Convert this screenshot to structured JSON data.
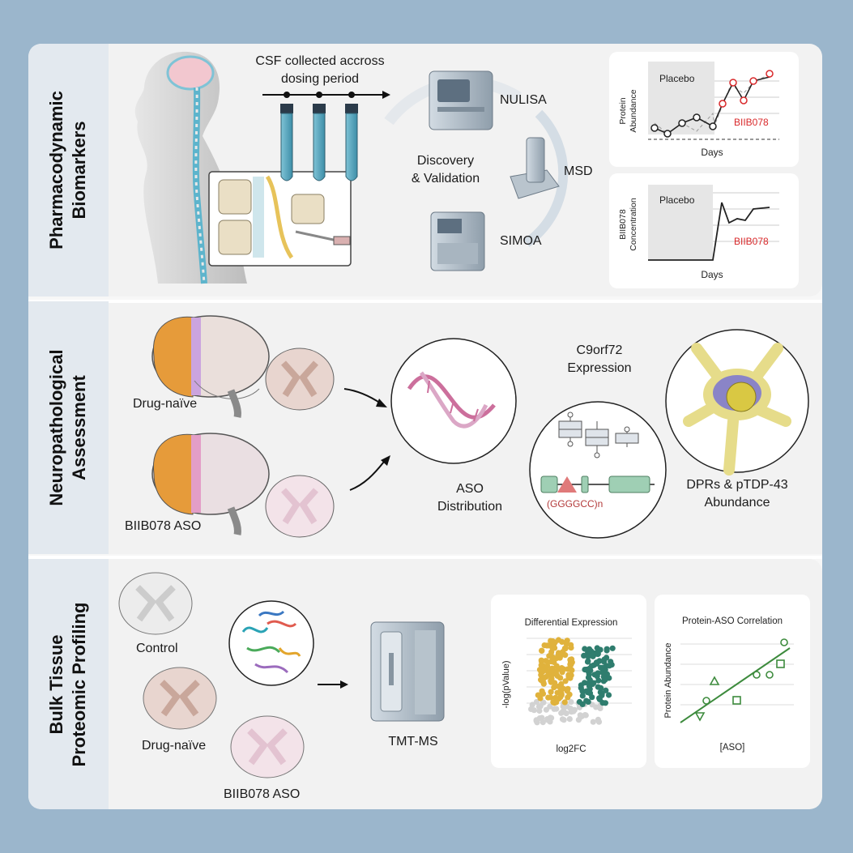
{
  "colors": {
    "background": "#9bb6cc",
    "panel": "#f2f2f2",
    "sidebar": "#e3e9ef",
    "accent_red": "#d9292b",
    "gold": "#e0b23c",
    "teal": "#2f7d6e",
    "green": "#3d8b3d",
    "pink": "#cc6f9c"
  },
  "sections": [
    {
      "title_line1": "Pharmacodynamic",
      "title_line2": "Biomarkers"
    },
    {
      "title_line1": "Neuropathological",
      "title_line2": "Assessment"
    },
    {
      "title_line1": "Bulk Tissue",
      "title_line2": "Proteomic Profiling"
    }
  ],
  "pd": {
    "csf_line1": "CSF collected accross",
    "csf_line2": "dosing period",
    "discovery_line1": "Discovery",
    "discovery_line2": "& Validation",
    "platforms": [
      "NULISA",
      "MSD",
      "SIMOA"
    ]
  },
  "charts": {
    "protein": {
      "ylabel_line1": "Protein",
      "ylabel_line2": "Abundance",
      "xlabel": "Days",
      "placebo_label": "Placebo",
      "drug_label": "BIIB078"
    },
    "concentration": {
      "ylabel_line1": "BIIB078",
      "ylabel_line2": "Concentration",
      "xlabel": "Days",
      "placebo_label": "Placebo",
      "drug_label": "BIIB078"
    },
    "volcano": {
      "title": "Differential Expression",
      "ylabel": "-log(pValue)",
      "xlabel": "log2FC"
    },
    "correlation": {
      "title": "Protein-ASO Correlation",
      "ylabel": "Protein Abundance",
      "xlabel": "[ASO]"
    }
  },
  "neuro": {
    "drug_naive": "Drug-naïve",
    "aso_group": "BIIB078 ASO",
    "aso_dist_line1": "ASO",
    "aso_dist_line2": "Distribution",
    "c9_line1": "C9orf72",
    "c9_line2": "Expression",
    "repeat_label": "(GGGGCC)n",
    "dpr_line1": "DPRs & pTDP-43",
    "dpr_line2": "Abundance"
  },
  "bulk": {
    "control": "Control",
    "drug_naive": "Drug-naïve",
    "aso_group": "BIIB078 ASO",
    "ms": "TMT-MS"
  }
}
